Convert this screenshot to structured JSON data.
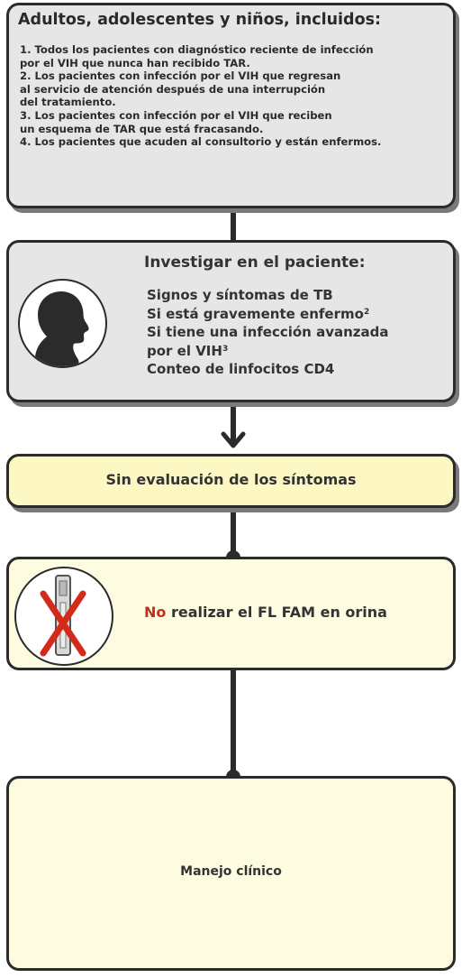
{
  "eligible_box": {
    "title": "Adultos, adolescentes y niños, incluidos:",
    "lines": [
      "1. Todos los pacientes con diagnóstico reciente de infección",
      "por el VIH que nunca han recibido TAR.",
      "2. Los pacientes con infección por el VIH que regresan",
      "al servicio de atención después de una interrupción",
      "del tratamiento.",
      "3. Los pacientes con infección por el VIH que reciben",
      "un esquema de TAR que está fracasando.",
      "4. Los pacientes que acuden al consultorio y están enfermos."
    ]
  },
  "investigate_box": {
    "title": "Investigar en el paciente:",
    "item1": "Signos y síntomas de TB",
    "item2": "Si está gravemente enfermo",
    "item2_sup": "2",
    "item3a": "Si tiene una infección avanzada",
    "item3b": "por el VIH",
    "item3_sup": "3",
    "item4": "Conteo de linfocitos CD4",
    "icon": "person-profile-icon"
  },
  "assessment_box": {
    "label": "Sin evaluación de los síntomas"
  },
  "test_box": {
    "negation": "No",
    "label_rest": " realizar el FL FAM en orina",
    "icon": "crossed-test-strip-icon"
  },
  "management_box": {
    "label": "Manejo clínico"
  },
  "colors": {
    "gray_box": "#e6e6e6",
    "yellow_box": "#fdf7c4",
    "cream_box": "#fdfbe0",
    "negation_red": "#c0311c",
    "line": "#2b2b2b"
  }
}
